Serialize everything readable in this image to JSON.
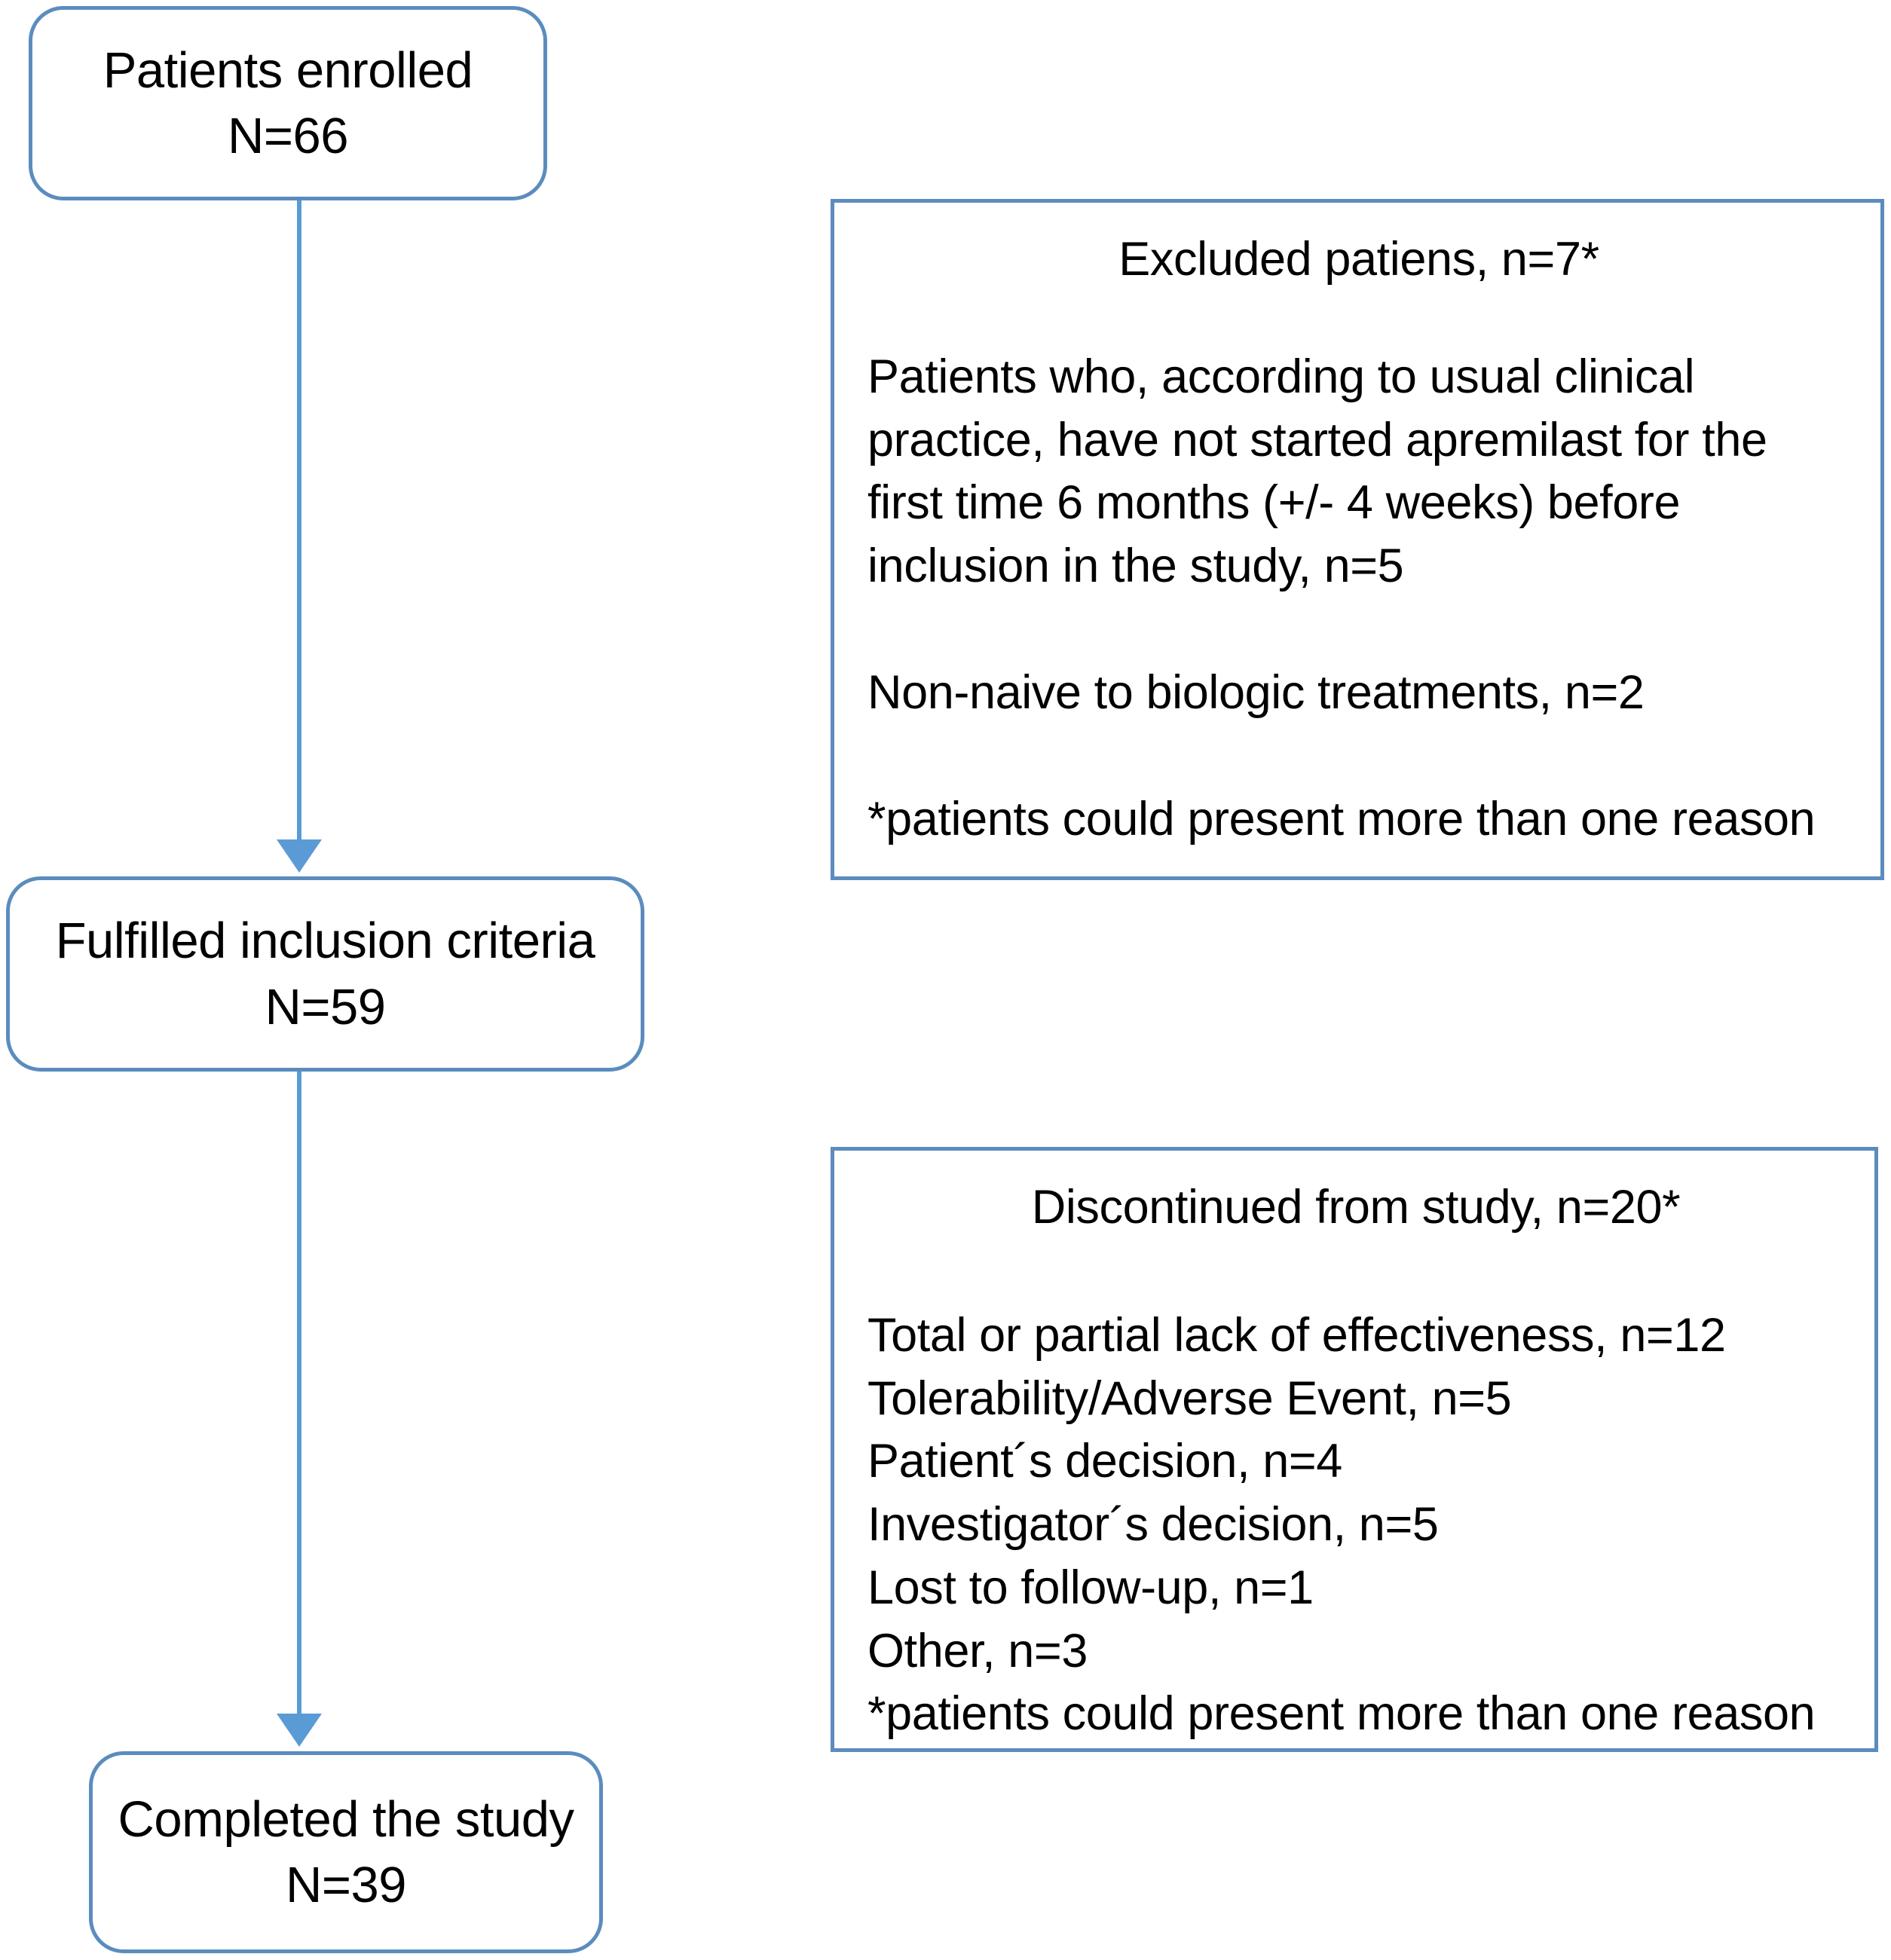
{
  "diagram": {
    "type": "flowchart",
    "title": "Patient disposition flow diagram",
    "colors": {
      "box_border": "#5B8CBE",
      "connector": "#5B9BD5",
      "text": "#000000",
      "background": "#ffffff"
    },
    "flow_boxes": [
      {
        "id": "enrolled",
        "lines": [
          "Patients enrolled",
          "N=66"
        ],
        "count": 66
      },
      {
        "id": "fulfilled",
        "lines": [
          "Fulfilled inclusion criteria",
          "N=59"
        ],
        "count": 59
      },
      {
        "id": "completed",
        "lines": [
          "Completed the study",
          "N=39"
        ],
        "count": 39
      }
    ],
    "side_boxes": [
      {
        "id": "excluded",
        "title": "Excluded patiens, n=7*",
        "count": 7,
        "paragraph": "Patients who, according to usual clinical practice, have not started apremilast for the first time 6 months (+/- 4 weeks) before inclusion in the study, n=5",
        "reason_2": "Non-naive to biologic treatments, n=2",
        "footnote": "*patients could present more than one reason"
      },
      {
        "id": "discontinued",
        "title": "Discontinued from study, n=20*",
        "count": 20,
        "reasons": [
          "Total or partial lack of effectiveness, n=12",
          "Tolerability/Adverse Event, n=5",
          "Patient´s decision, n=4",
          "Investigator´s decision, n=5",
          "Lost to follow-up, n=1",
          "Other, n=3"
        ],
        "footnote": "*patients could present more than one reason"
      }
    ],
    "connectors": [
      {
        "id": "enrolled-to-fulfilled",
        "from": "enrolled",
        "to": "fulfilled"
      },
      {
        "id": "fulfilled-to-completed",
        "from": "fulfilled",
        "to": "completed"
      }
    ]
  }
}
